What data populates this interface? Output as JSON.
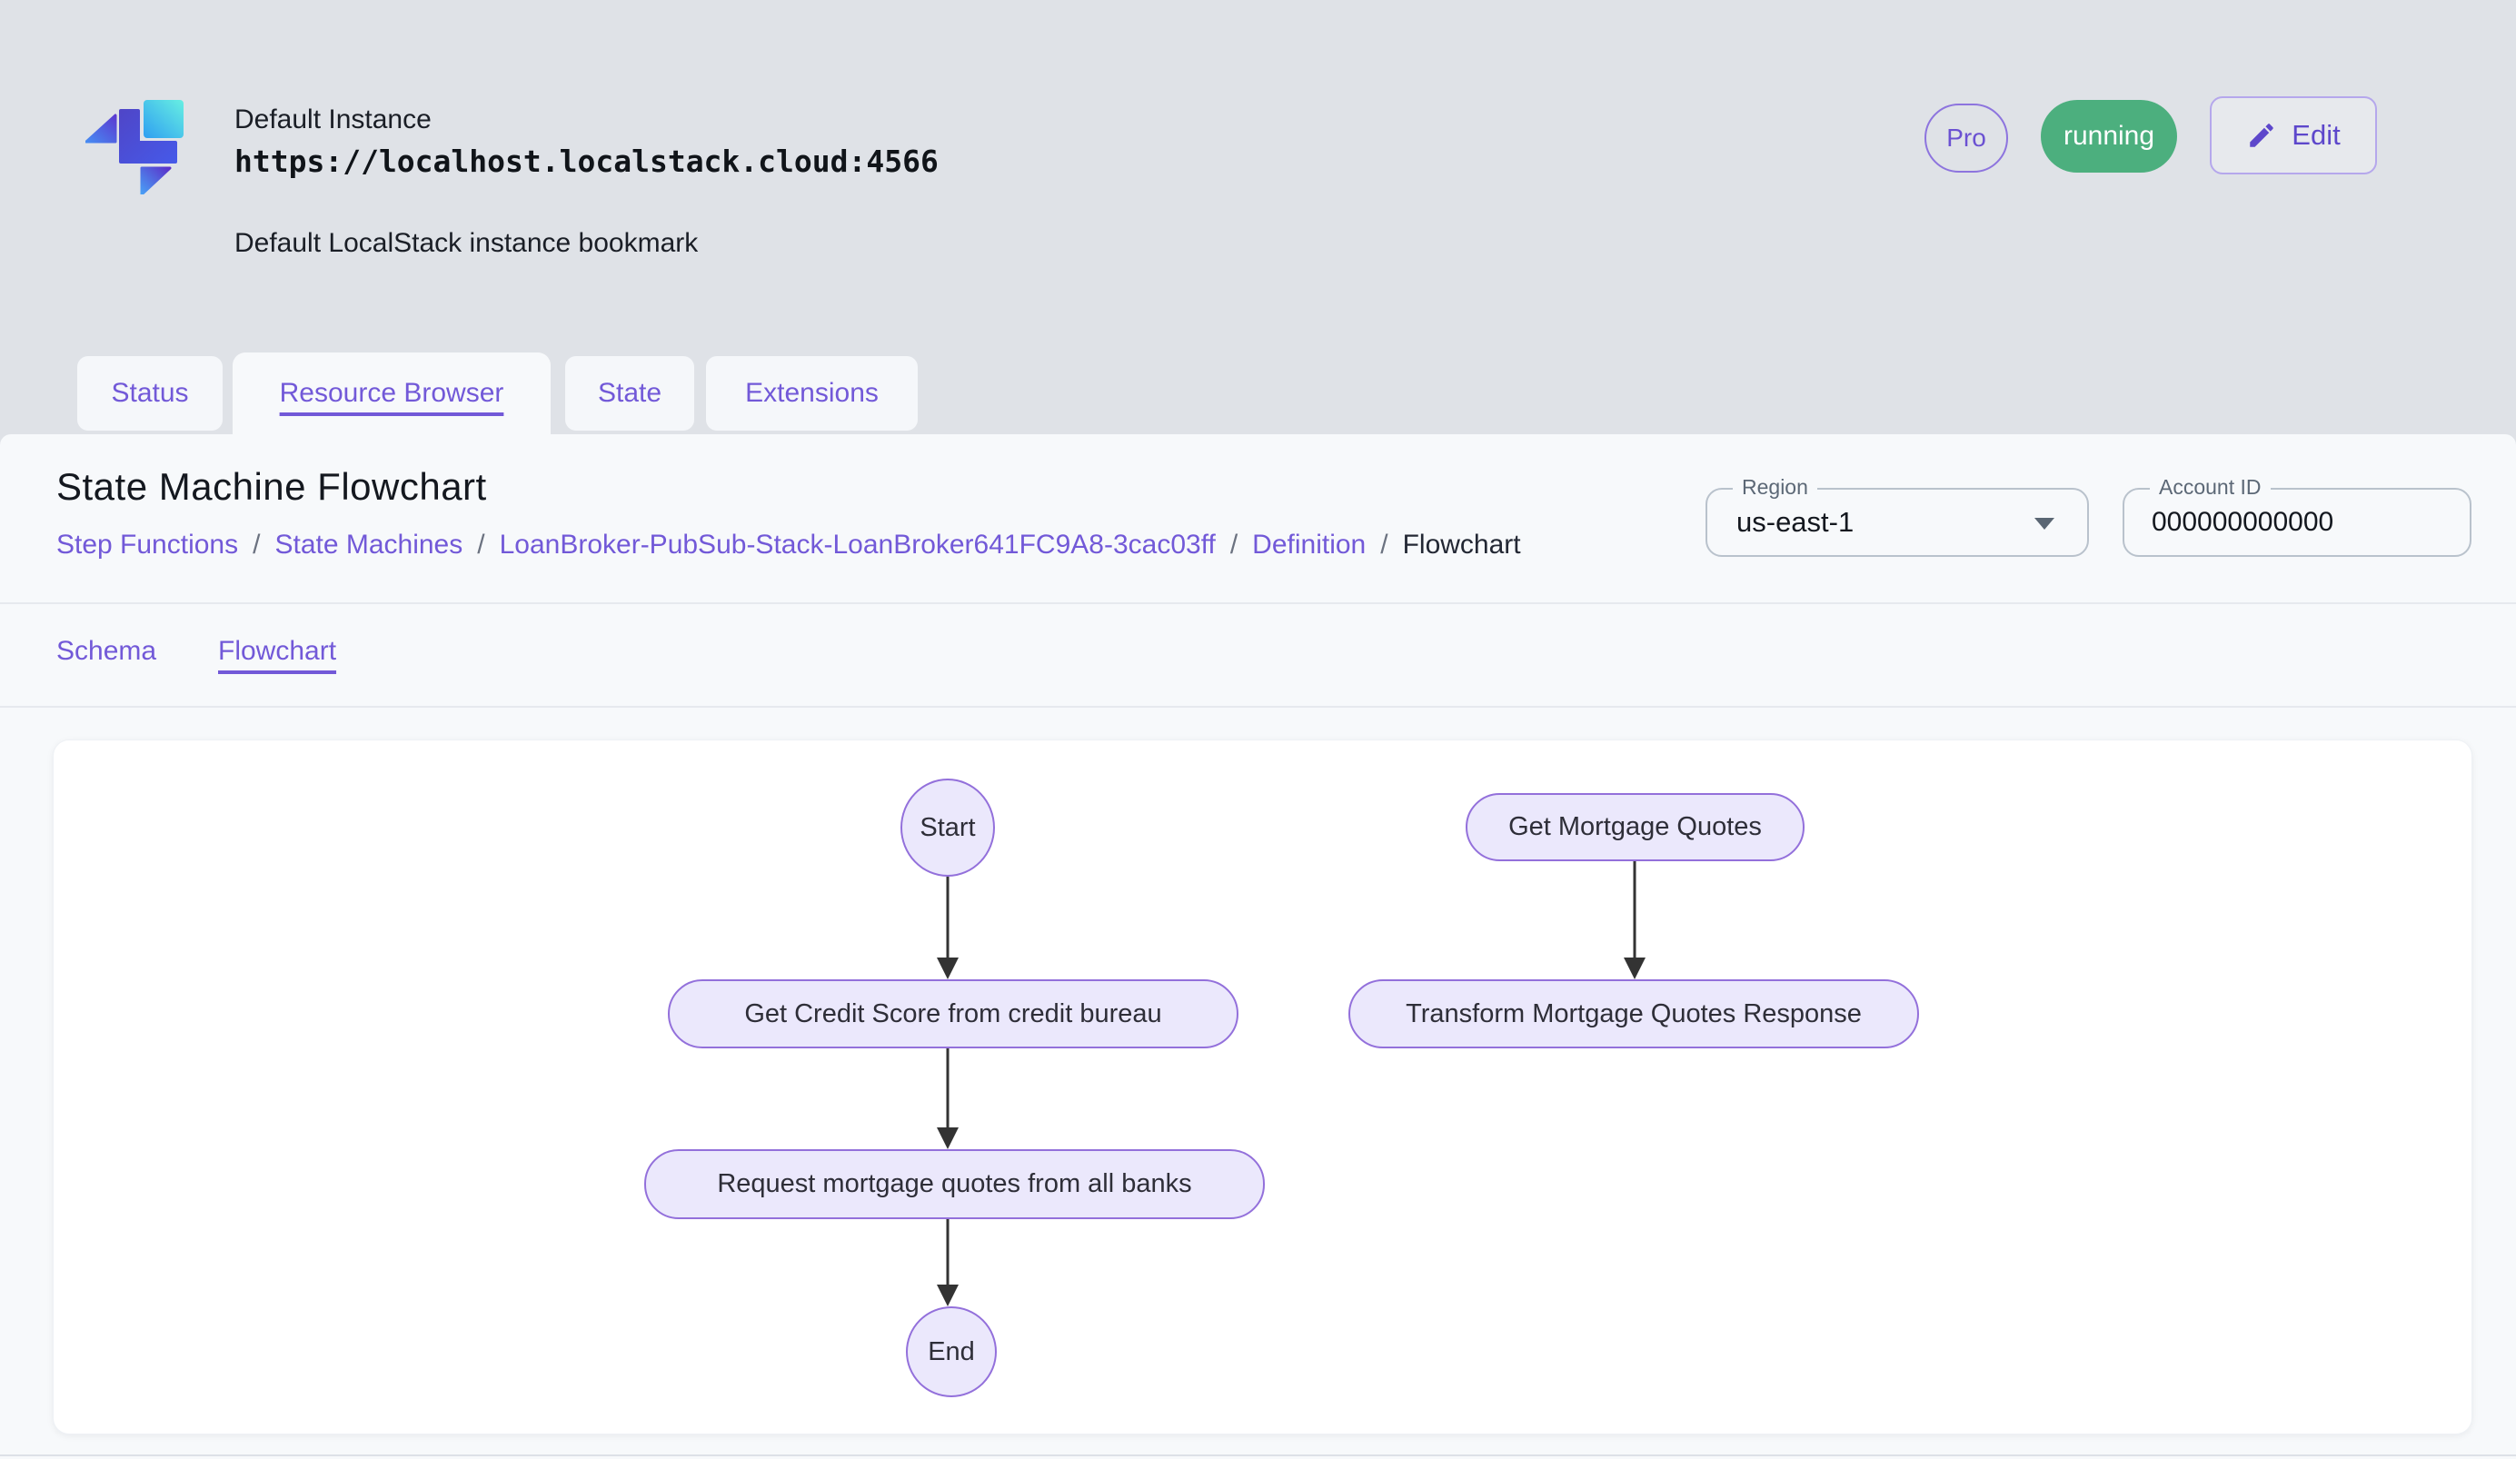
{
  "colors": {
    "accent": "#7259d8",
    "accent_border": "#b5a7ec",
    "green": "#4caf7e",
    "page_bg": "#dfe2e7",
    "panel_bg": "#f7f9fb",
    "card_bg": "#ffffff",
    "node_fill": "#ebe8fc",
    "node_border": "#9370db",
    "arrow": "#333333",
    "text_dark": "#14181f",
    "text_gray": "#5c6876",
    "divider": "#e6e9ee",
    "field_border": "#b9c2cc"
  },
  "header": {
    "instance_name": "Default Instance",
    "instance_url": "https://localhost.localstack.cloud:4566",
    "instance_description": "Default LocalStack instance bookmark",
    "pro_badge": "Pro",
    "status_badge": "running",
    "edit_button": "Edit"
  },
  "tabs": [
    {
      "label": "Status",
      "active": false
    },
    {
      "label": "Resource Browser",
      "active": true
    },
    {
      "label": "State",
      "active": false
    },
    {
      "label": "Extensions",
      "active": false
    }
  ],
  "page": {
    "title": "State Machine Flowchart",
    "breadcrumb_separator": "/",
    "breadcrumb": [
      {
        "label": "Step Functions",
        "current": false
      },
      {
        "label": "State Machines",
        "current": false
      },
      {
        "label": "LoanBroker-PubSub-Stack-LoanBroker641FC9A8-3cac03ff",
        "current": false
      },
      {
        "label": "Definition",
        "current": false
      },
      {
        "label": "Flowchart",
        "current": true
      }
    ],
    "region": {
      "label": "Region",
      "value": "us-east-1"
    },
    "account_id": {
      "label": "Account ID",
      "value": "000000000000"
    },
    "subtabs": [
      {
        "label": "Schema",
        "active": false
      },
      {
        "label": "Flowchart",
        "active": true
      }
    ]
  },
  "flowchart": {
    "nodes": [
      {
        "id": "start",
        "label": "Start",
        "shape": "ellipse"
      },
      {
        "id": "get_credit_score",
        "label": "Get Credit Score from credit bureau",
        "shape": "stadium"
      },
      {
        "id": "request_quotes",
        "label": "Request mortgage quotes from all banks",
        "shape": "stadium"
      },
      {
        "id": "end",
        "label": "End",
        "shape": "circle"
      },
      {
        "id": "get_mortgage_quotes",
        "label": "Get Mortgage Quotes",
        "shape": "stadium"
      },
      {
        "id": "transform_response",
        "label": "Transform Mortgage Quotes Response",
        "shape": "stadium"
      }
    ],
    "edges": [
      {
        "from": "start",
        "to": "get_credit_score"
      },
      {
        "from": "get_credit_score",
        "to": "request_quotes"
      },
      {
        "from": "request_quotes",
        "to": "end"
      },
      {
        "from": "get_mortgage_quotes",
        "to": "transform_response"
      }
    ]
  }
}
